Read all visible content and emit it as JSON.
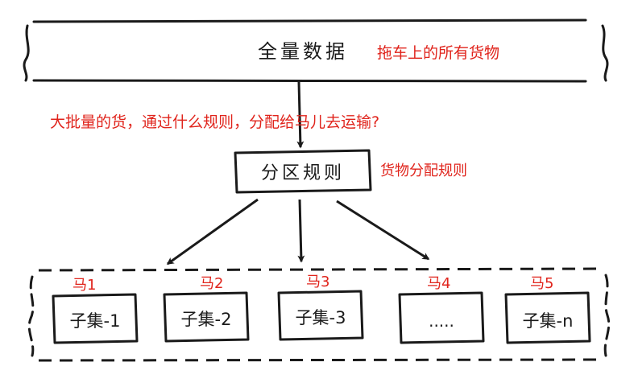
{
  "all_data": {
    "label": "全量数据",
    "note": "拖车上的所有货物"
  },
  "question": "大批量的货，通过什么规则，分配给马儿去运输?",
  "partition_rule": {
    "label": "分区规则",
    "note": "货物分配规则"
  },
  "subsets": [
    {
      "horse": "马1",
      "label": "子集-1"
    },
    {
      "horse": "马2",
      "label": "子集-2"
    },
    {
      "horse": "马3",
      "label": "子集-3"
    },
    {
      "horse": "马4",
      "label": "....."
    },
    {
      "horse": "马5",
      "label": "子集-n"
    }
  ],
  "colors": {
    "ink": "#1a1a1a",
    "annotation": "#e0241c",
    "background": "#ffffff"
  }
}
